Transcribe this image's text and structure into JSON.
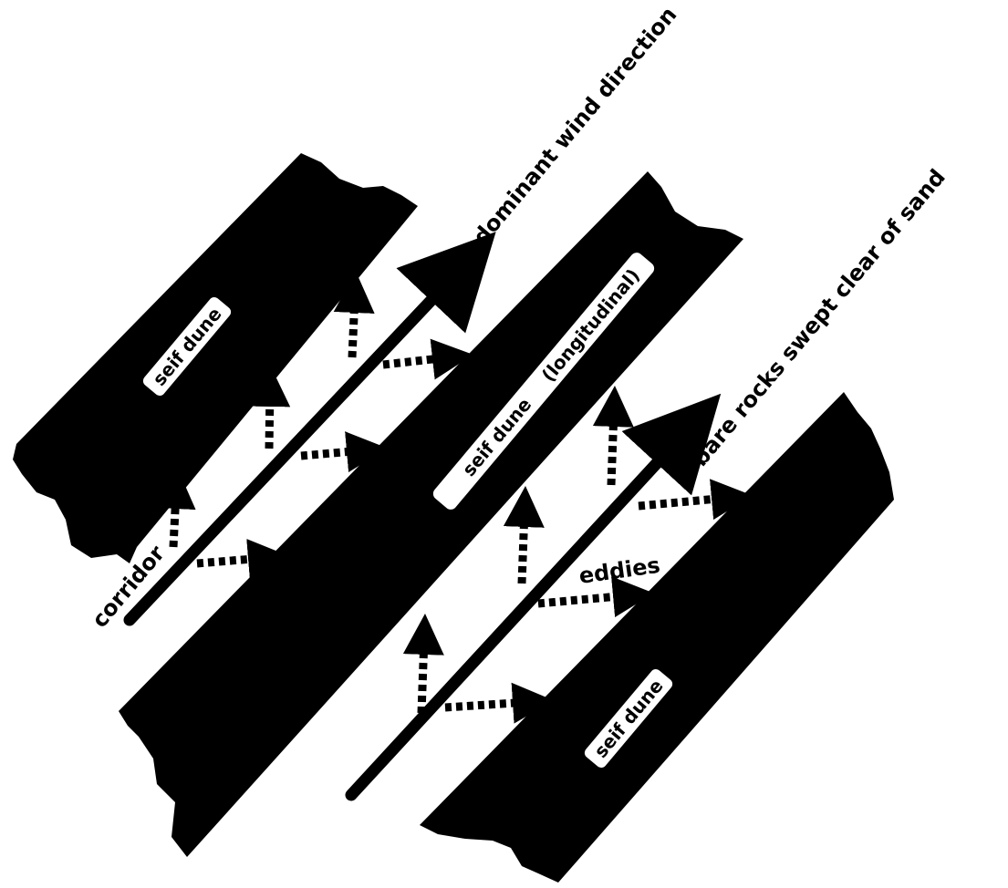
{
  "labels": {
    "dominant_wind_direction": "dominant wind direction",
    "corridor": "corridor",
    "eddies": "eddies",
    "bare_rocks": "bare rocks swept clear of sand",
    "seif_dune_left": "seif dune",
    "seif_dune_middle": "seif dune",
    "longitudinal": "(longitudinal)",
    "seif_dune_right": "seif dune"
  },
  "colors": {
    "dune_fill": "#000000",
    "background": "#ffffff",
    "label_box": "#ffffff"
  },
  "icons": {
    "wind_arrow": "long-solid-arrow",
    "eddy_arrow": "dashed-arrow"
  }
}
